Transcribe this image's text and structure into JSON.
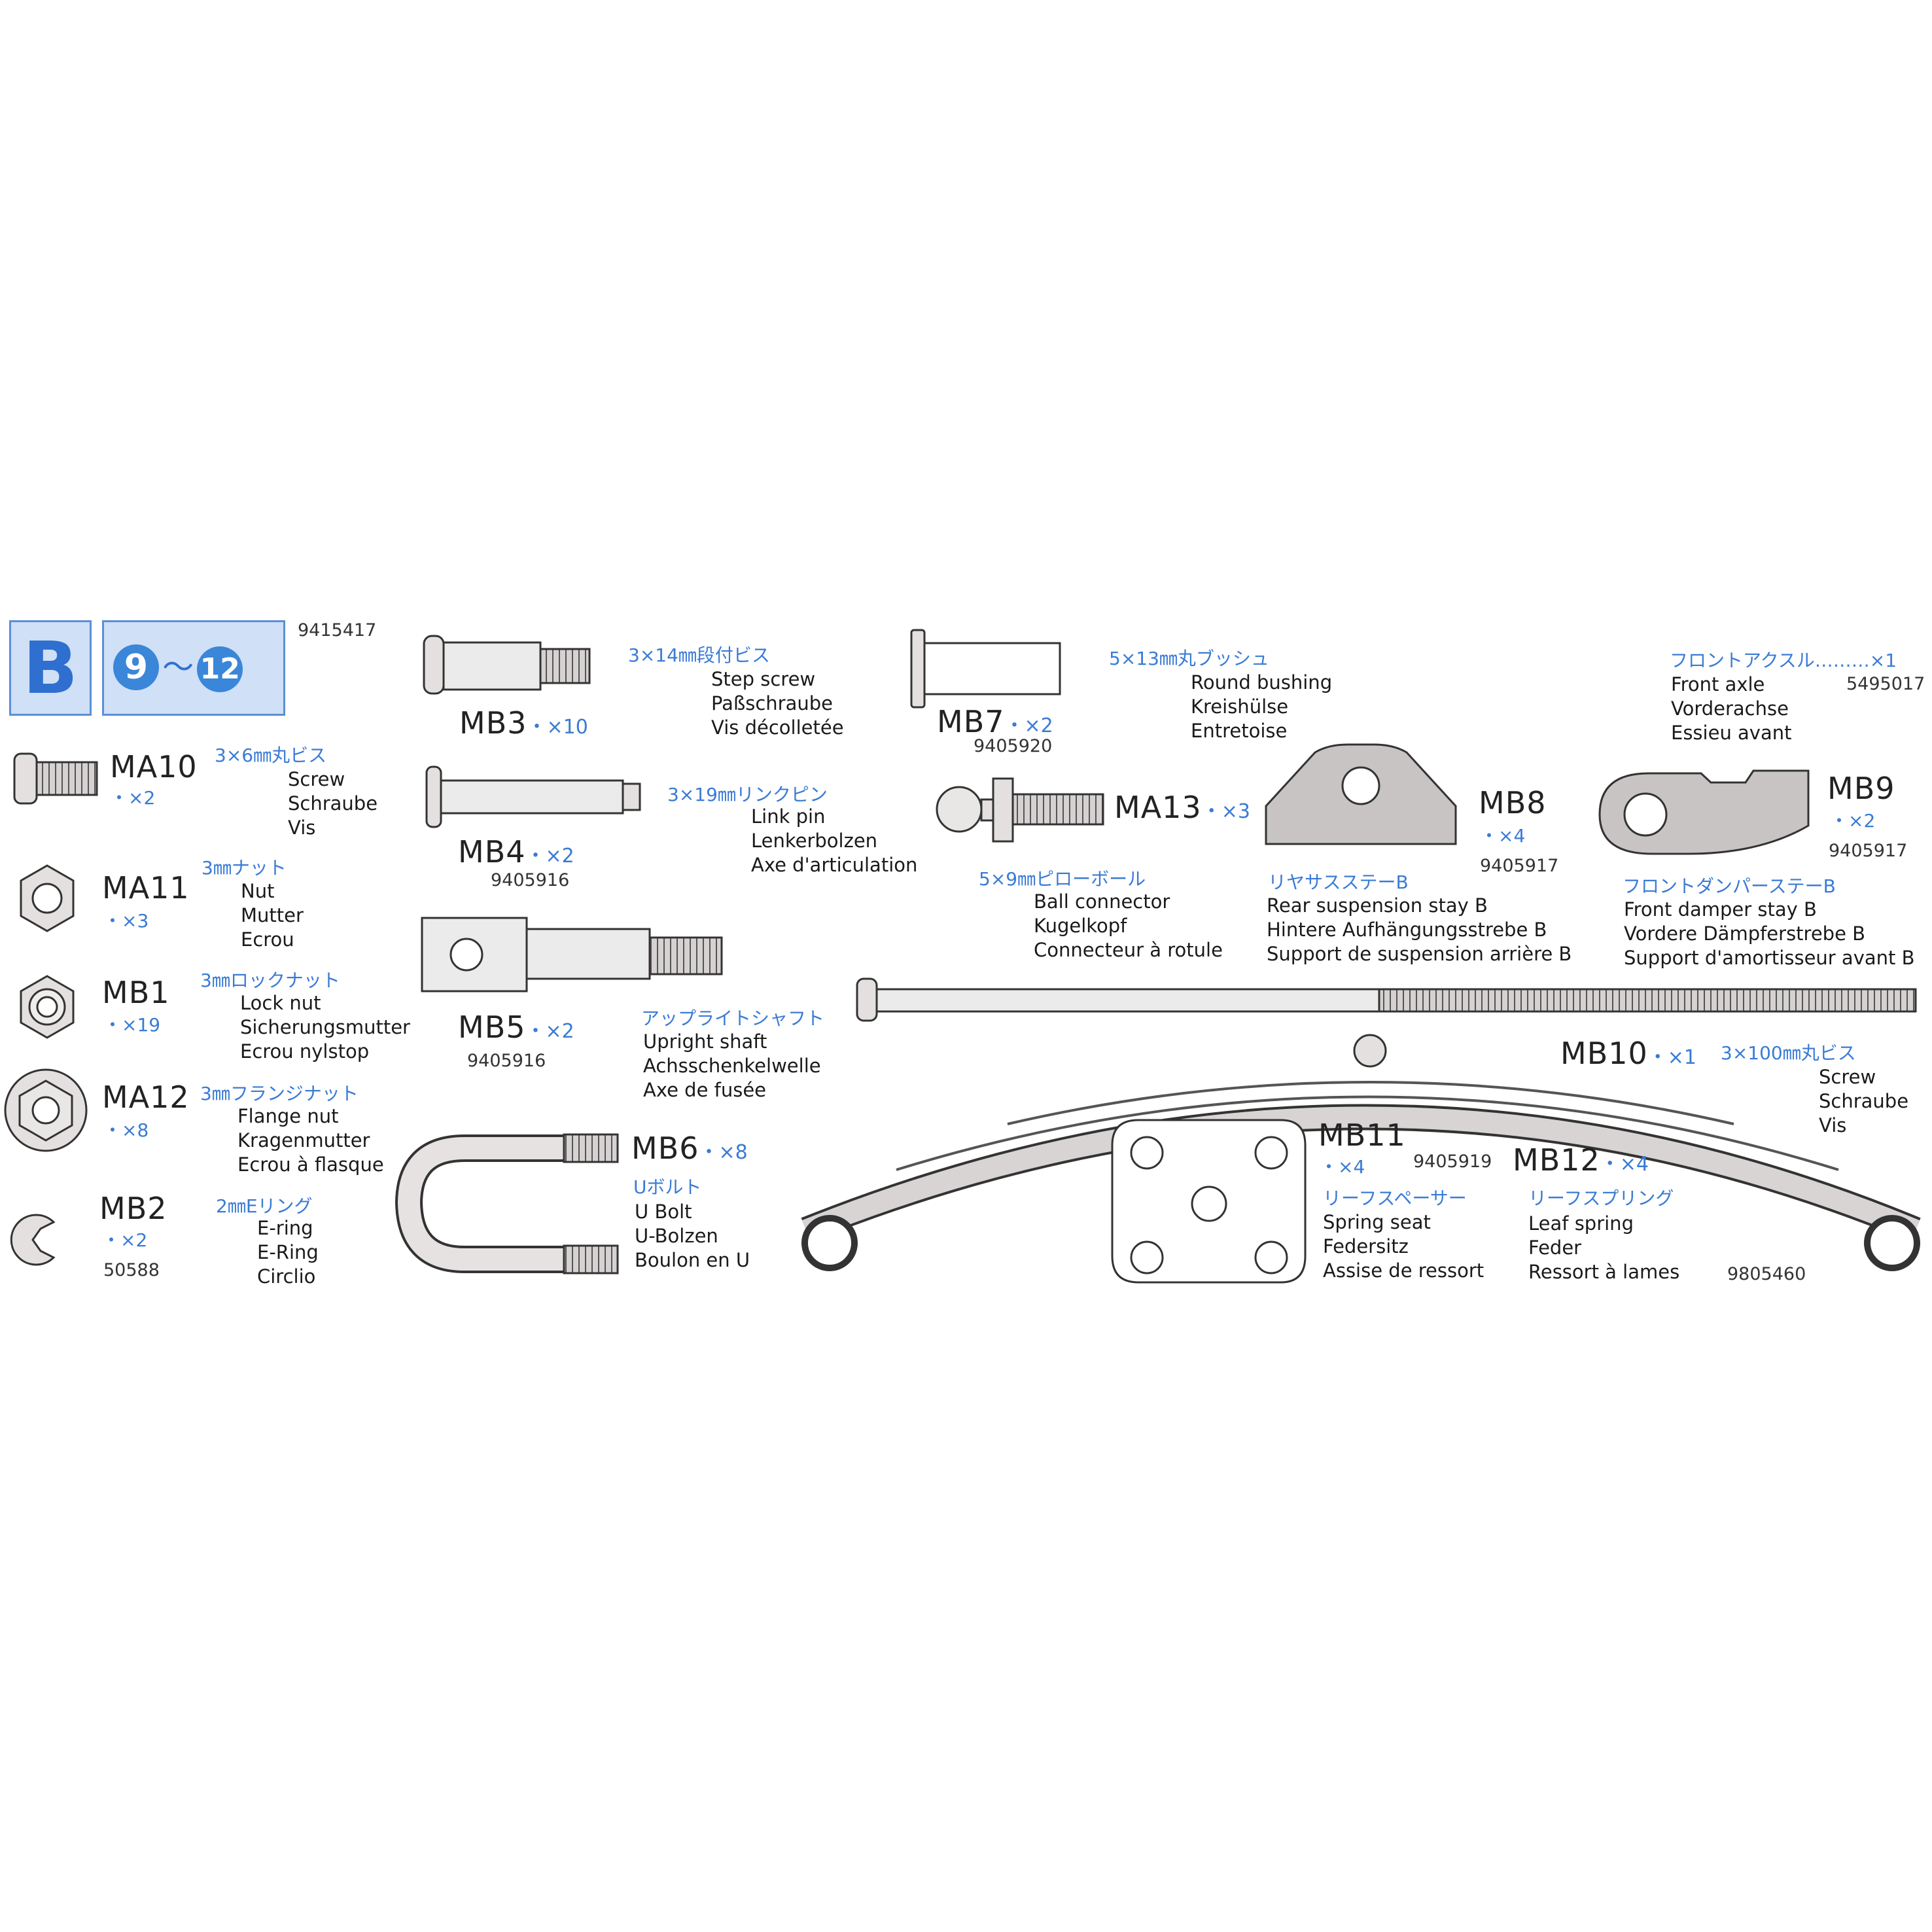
{
  "header": {
    "bag_letter": "B",
    "step_from": "9",
    "tilde": "〜",
    "step_to": "12",
    "bag_part_number": "9415417"
  },
  "parts": {
    "MA10": {
      "code": "MA10",
      "qty": "・×2",
      "size_jp": "3×6㎜丸ビス",
      "en": "Screw",
      "de": "Schraube",
      "fr": "Vis"
    },
    "MA11": {
      "code": "MA11",
      "qty": "・×3",
      "size_jp": "3㎜ナット",
      "en": "Nut",
      "de": "Mutter",
      "fr": "Ecrou"
    },
    "MB1": {
      "code": "MB1",
      "qty": "・×19",
      "size_jp": "3㎜ロックナット",
      "en": "Lock nut",
      "de": "Sicherungsmutter",
      "fr": "Ecrou nylstop"
    },
    "MA12": {
      "code": "MA12",
      "qty": "・×8",
      "size_jp": "3㎜フランジナット",
      "en": "Flange nut",
      "de": "Kragenmutter",
      "fr": "Ecrou à flasque"
    },
    "MB2": {
      "code": "MB2",
      "qty": "・×2",
      "size_jp": "2㎜Eリング",
      "en": "E-ring",
      "de": "E-Ring",
      "fr": "Circlio",
      "part_number": "50588"
    },
    "MB3": {
      "code": "MB3",
      "qty": "・×10",
      "size_jp": "3×14㎜段付ビス",
      "en": "Step screw",
      "de": "Paßschraube",
      "fr": "Vis décolletée"
    },
    "MB4": {
      "code": "MB4",
      "qty": "・×2",
      "size_jp": "3×19㎜リンクピン",
      "en": "Link pin",
      "de": "Lenkerbolzen",
      "fr": "Axe d'articulation",
      "part_number": "9405916"
    },
    "MB5": {
      "code": "MB5",
      "qty": "・×2",
      "size_jp": "アップライトシャフト",
      "en": "Upright shaft",
      "de": "Achsschenkelwelle",
      "fr": "Axe de fusée",
      "part_number": "9405916"
    },
    "MB6": {
      "code": "MB6",
      "qty": "・×8",
      "size_jp": "Uボルト",
      "en": "U Bolt",
      "de": "U-Bolzen",
      "fr": "Boulon en U"
    },
    "MB7": {
      "code": "MB7",
      "qty": "・×2",
      "size_jp": "5×13㎜丸ブッシュ",
      "en": "Round bushing",
      "de": "Kreishülse",
      "fr": "Entretoise",
      "part_number": "9405920"
    },
    "MA13": {
      "code": "MA13",
      "qty": "・×3",
      "size_jp": "5×9㎜ピローボール",
      "en": "Ball connector",
      "de": "Kugelkopf",
      "fr": "Connecteur à rotule"
    },
    "MB8": {
      "code": "MB8",
      "qty": "・×4",
      "size_jp": "リヤサスステーB",
      "en": "Rear suspension stay B",
      "de": "Hintere Aufhängungsstrebe B",
      "fr": "Support de suspension arrière B",
      "part_number": "9405917"
    },
    "MB9": {
      "code": "MB9",
      "qty": "・×2",
      "size_jp": "フロントダンパーステーB",
      "en": "Front damper stay B",
      "de": "Vordere Dämpferstrebe B",
      "fr": "Support d'amortisseur avant B",
      "part_number": "9405917"
    },
    "FRONT_AXLE": {
      "size_jp": "フロントアクスル………×1",
      "en": "Front axle",
      "de": "Vorderachse",
      "fr": "Essieu avant",
      "part_number": "5495017"
    },
    "MB10": {
      "code": "MB10",
      "qty": "・×1",
      "size_jp": "3×100㎜丸ビス",
      "en": "Screw",
      "de": "Schraube",
      "fr": "Vis"
    },
    "MB11": {
      "code": "MB11",
      "qty": "・×4",
      "size_jp": "リーフスペーサー",
      "en": "Spring seat",
      "de": "Federsitz",
      "fr": "Assise de ressort",
      "part_number": "9405919"
    },
    "MB12": {
      "code": "MB12",
      "qty": "・×4",
      "size_jp": "リーフスプリング",
      "en": "Leaf spring",
      "de": "Feder",
      "fr": "Ressort à lames",
      "part_number": "9805460"
    }
  },
  "colors": {
    "accent_blue": "#3a7bd5",
    "badge_fill": "#cfe0f7",
    "part_gray": "#c9c4c4",
    "line": "#333333"
  }
}
